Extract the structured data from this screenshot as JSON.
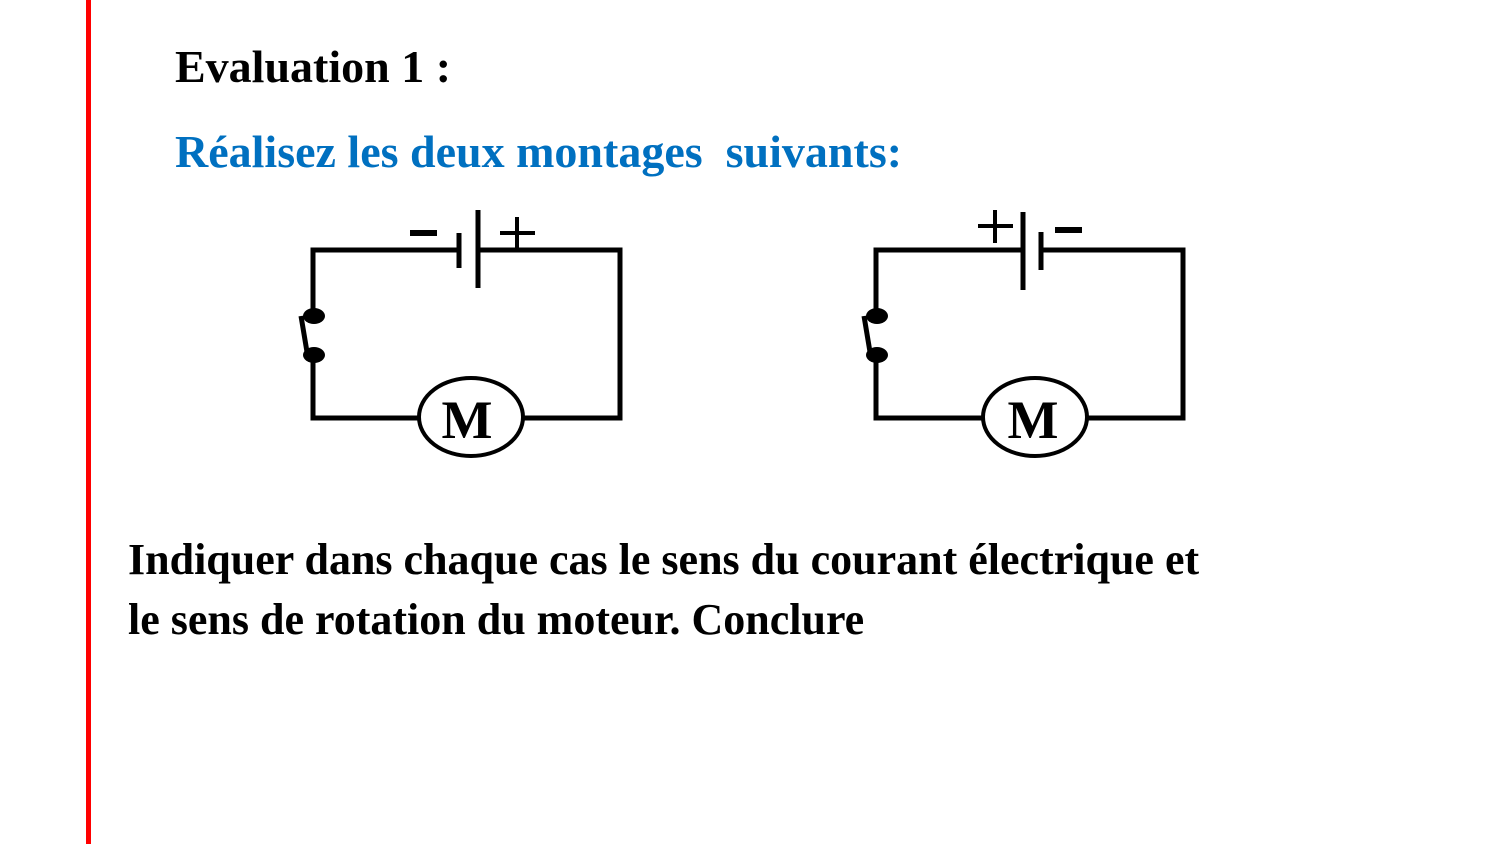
{
  "slide": {
    "title": "Evaluation 1 :",
    "subtitle": "Réalisez les deux montages  suivants:",
    "instruction_line1": "Indiquer dans chaque cas le sens du courant électrique et",
    "instruction_line2": "le sens de rotation du moteur. Conclure",
    "accent_color": "#0070C0",
    "bar_color": "#FF0000"
  },
  "circuits": [
    {
      "motor_label": "M",
      "battery_left_sign": "−",
      "battery_right_sign": "+"
    },
    {
      "motor_label": "M",
      "battery_left_sign": "+",
      "battery_right_sign": "−"
    }
  ]
}
